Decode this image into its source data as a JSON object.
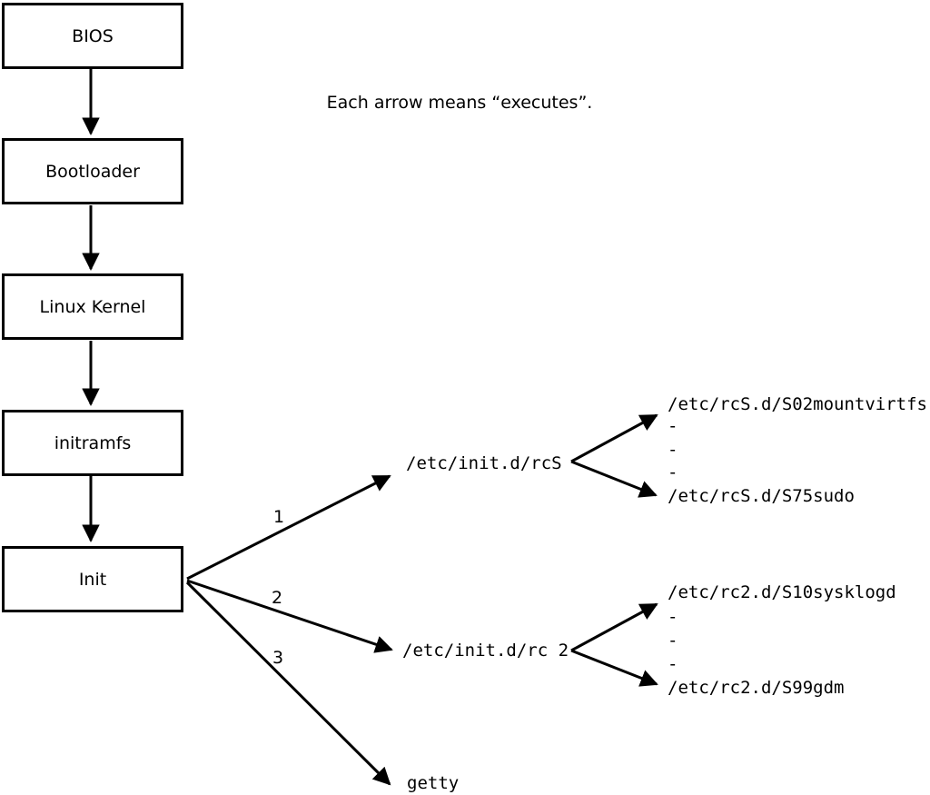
{
  "diagram": {
    "caption": "Each arrow means “executes”.",
    "boxes": [
      {
        "label": "BIOS"
      },
      {
        "label": "Bootloader"
      },
      {
        "label": "Linux Kernel"
      },
      {
        "label": "initramfs"
      },
      {
        "label": "Init"
      }
    ],
    "edge_labels": [
      "1",
      "2",
      "3"
    ],
    "nodes": {
      "rcs_script": "/etc/init.d/rcS",
      "rc2_script": "/etc/init.d/rc 2",
      "getty": "getty",
      "rcs_first": "/etc/rcS.d/S02mountvirtfs",
      "rcs_last": "/etc/rcS.d/S75sudo",
      "rc2_first": "/etc/rc2.d/S10sysklogd",
      "rc2_last": "/etc/rc2.d/S99gdm",
      "ellipsis": "-"
    },
    "colors": {
      "line": "#000000",
      "background": "#ffffff"
    }
  }
}
